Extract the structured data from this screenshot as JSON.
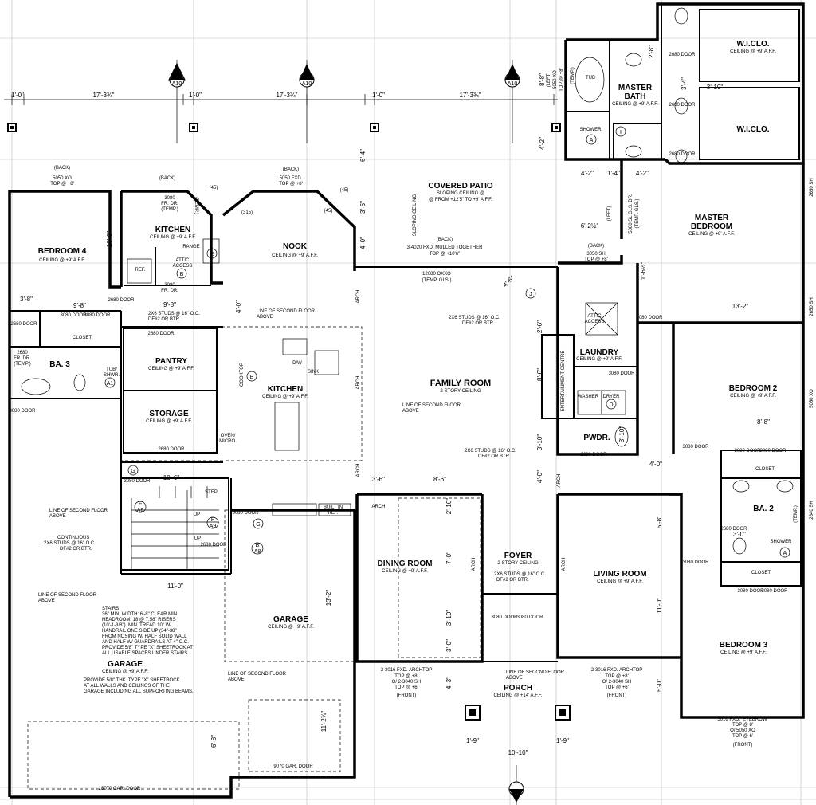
{
  "rooms": {
    "bedroom4": {
      "name": "BEDROOM 4",
      "ceiling": "CEILING @ +9' A.F.F."
    },
    "kitchen_upper": {
      "name": "KITCHEN",
      "ceiling": "CEILING @ +9' A.F.F."
    },
    "nook": {
      "name": "NOOK",
      "ceiling": "CEILING @ +9' A.F.F."
    },
    "covered_patio": {
      "name": "COVERED PATIO",
      "ceiling1": "SLOPING CEILING @",
      "ceiling2": "@ FROM +12'5\" TO +9' A.F.F."
    },
    "master_bath": {
      "name1": "MASTER",
      "name2": "BATH",
      "ceiling": "CEILING @ +9' A.F.F."
    },
    "wicl_upper": {
      "name": "W.I.CLO.",
      "ceiling": "CEILING @ +9' A.F.F."
    },
    "wicl_lower": {
      "name": "W.I.CLO."
    },
    "master_bedroom": {
      "name1": "MASTER",
      "name2": "BEDROOM",
      "ceiling": "CEILING @ +9' A.F.F."
    },
    "pantry": {
      "name": "PANTRY",
      "ceiling": "CEILING @ +9' A.F.F."
    },
    "ba3": {
      "name": "BA. 3"
    },
    "storage": {
      "name": "STORAGE",
      "ceiling": "CEILING @ +9' A.F.F."
    },
    "kitchen_main": {
      "name": "KITCHEN",
      "ceiling": "CEILING @ +9' A.F.F."
    },
    "family_room": {
      "name": "FAMILY ROOM",
      "ceiling": "2-STORY CEILING"
    },
    "laundry": {
      "name": "LAUNDRY",
      "ceiling": "CEILING @ +9' A.F.F."
    },
    "pwdr": {
      "name": "PWDR."
    },
    "bedroom2": {
      "name": "BEDROOM 2",
      "ceiling": "CEILING @ +9' A.F.F."
    },
    "closet_b4": {
      "name": "CLOSET"
    },
    "closet_b2": {
      "name": "CLOSET"
    },
    "ba2": {
      "name": "BA. 2"
    },
    "closet_b3": {
      "name": "CLOSET"
    },
    "dining_room": {
      "name": "DINING ROOM",
      "ceiling": "CEILING @ +9' A.F.F."
    },
    "foyer": {
      "name": "FOYER",
      "ceiling": "2-STORY CEILING"
    },
    "living_room": {
      "name": "LIVING ROOM",
      "ceiling": "CEILING @ +9' A.F.F."
    },
    "garage_inner": {
      "name": "GARAGE",
      "ceiling": "CEILING @ +9' A.F.F."
    },
    "garage_outer": {
      "name": "GARAGE",
      "ceiling": "CEILING @ +9' A.F.F."
    },
    "porch": {
      "name": "PORCH",
      "ceiling": "CEILING @ +14' A.F.F."
    },
    "bedroom3": {
      "name": "BEDROOM 3",
      "ceiling": "CEILING @ +9' A.F.F."
    }
  },
  "dimensions": {
    "d1": "1'-0\"",
    "d2": "17'-3¾\"",
    "d3": "1'-0\"",
    "d4": "17'-3¾\"",
    "d5": "1'-0\"",
    "d6": "17'-3¾\"",
    "d7": "8'-8\"",
    "d8": "4'-2\"",
    "d9": "9'-8\"",
    "d10": "10'-0\"",
    "d11": "3'-8\"",
    "d12": "9'-8\"",
    "d13": "4'-0\"",
    "d14": "3'-6\"",
    "d15": "4'-0\"",
    "d16": "6'-4\"",
    "d17": "13'-2\"",
    "d18": "3'-4\"",
    "d19": "3'-10\"",
    "d20": "4'-2\"",
    "d21": "1'-4\"",
    "d22": "4'-2\"",
    "d23": "2'-8\"",
    "d24": "6'-2½\"",
    "d25": "10'-6\"",
    "d26": "11'-0\"",
    "d27": "3'-6\"",
    "d28": "8'-6\"",
    "d29": "2'-10\"",
    "d30": "7'-0\"",
    "d31": "3'-10\"",
    "d32": "3'-0\"",
    "d33": "13'-2\"",
    "d34": "8'-8\"",
    "d35": "4'-0\"",
    "d36": "3'-10\"",
    "d37": "5'-8\"",
    "d38": "11'-0\"",
    "d39": "5'-0\"",
    "d40": "4'-3\"",
    "d41": "1'-9\"",
    "d42": "1'-9\"",
    "d43": "10'-10\"",
    "d44": "6'-8\"",
    "d45": "11'-2¾\"",
    "d46": "8'-6\"",
    "d47": "4'-6\"",
    "d48": "3'-10\"",
    "d49": "2'-6\"",
    "d50": "3'-0\"",
    "d51": "4'-0\"",
    "d52": "1'-6½\""
  },
  "doors": {
    "door2680_a": "2680 DOOR",
    "door3080_a": "3080 DOOR",
    "door3080_b": "3080 DOOR",
    "door2680_b": "2680 DOOR",
    "door2680_c": "2680 DOOR",
    "door2680_d": "2680 DOOR",
    "door3080_c": "3080 DOOR",
    "door3080_d": "3080 DOOR",
    "door2680_e": "2680 DOOR",
    "door3080_e": "3080 DOOR",
    "door3080_f": "3080 DOOR",
    "door3080_g": "3080 DOOR",
    "door2680_f": "2680 DOOR",
    "door3080_h": "3080 DOOR",
    "door3080_i": "3080 DOOR",
    "door2680_g": "2680 DOOR",
    "door3080_j": "3080 DOOR",
    "door3080_k": "3080 DOOR",
    "door3080_l": "3080 DOOR",
    "door3080_m": "3080 DOOR",
    "door3080_n": "3080 DOOR",
    "door2680_h": "2680 DOOR",
    "door2680_i": "2680 DOOR",
    "door2680_j": "2680 DOOR",
    "door2680_k": "2680 DOOR",
    "door3080_o": "3080 DOOR",
    "door3080_p": "3080 DOOR",
    "door2680_l": "2680 DOOR"
  },
  "windows": {
    "w_back1_a": "(BACK)",
    "w_back1_b": "5050 XO",
    "w_back1_c": "TOP @ +8'",
    "w_back2_a": "(BACK)",
    "w_back2_b": "5050 FXD.",
    "w_back2_c": "TOP @ +8'",
    "w_back3": "(BACK)",
    "w_patio_a": "(BACK)",
    "w_patio_b": "3-4020 FXD. MULLED TOGETHER",
    "w_patio_c": "TOP @ +10'6\"",
    "w_slider_a": "12080 OXXO",
    "w_slider_b": "(TEMP. GLS.)",
    "w_laundry_a": "(BACK)",
    "w_laundry_b": "3050 SH",
    "w_laundry_c": "TOP @ +8'",
    "w_master_a": "(LEFT)",
    "w_master_b": "5080 SL GLS. DR.",
    "w_master_c": "(TEMP. GLS.)",
    "w_bath_a": "(LEFT)",
    "w_bath_b": "5050 XO",
    "w_bath_c": "TOP @ +8'",
    "w_front1_a": "2-3016 FXD. ARCHTOP",
    "w_front1_b": "TOP @ +8'",
    "w_front1_c": "O/ 2-3040 SH",
    "w_front1_d": "TOP @ +6'",
    "w_front1_e": "(FRONT)",
    "w_front2_a": "2-3016 FXD. ARCHTOP",
    "w_front2_b": "TOP @ +8'",
    "w_front2_c": "O/ 2-3040 SH",
    "w_front2_d": "TOP @ +6'",
    "w_front2_e": "(FRONT)",
    "w_front3_a": "5016 FXD. 'EYEBROW'",
    "w_front3_b": "TOP @ 8'",
    "w_front3_c": "O/ 5050 XO",
    "w_front3_d": "TOP @ 6'",
    "w_front3_e": "(FRONT)",
    "garage_door1": "18070 GAR. DOOR",
    "garage_door2": "9070 GAR. DOOR",
    "k_fr1": "3080",
    "k_fr2": "FR. DR.",
    "k_fr3": "(TEMP.)",
    "k_fr4": "3080",
    "k_fr5": "FR. DR.",
    "ba3_a": "2680",
    "ba3_b": "FR. DR.",
    "ba3_c": "(TEMP.)"
  },
  "notes": {
    "studs1_a": "2X6 STUDS @ 16\" O.C.",
    "studs1_b": "DF#2 OR BTR.",
    "studs2_a": "2X6 STUDS @ 16\" O.C.",
    "studs2_b": "DF#2 OR BTR.",
    "studs3_a": "2X6 STUDS @ 16\" O.C.",
    "studs3_b": "DF#2 OR BTR.",
    "studs4_a": "2X6 STUDS @ 16\" O.C.",
    "studs4_b": "DF#2 OR BTR.",
    "line2_a": "LINE OF SECOND FLOOR",
    "line2_b": "ABOVE",
    "line3_a": "LINE OF SECOND FLOOR",
    "line3_b": "ABOVE",
    "line4_a": "LINE OF SECOND FLOOR",
    "line4_b": "ABOVE",
    "line5_a": "LINE OF SECOND FLOOR",
    "line5_b": "ABOVE",
    "line6_a": "LINE OF SECOND FLOOR",
    "line6_b": "ABOVE",
    "line7_a": "LINE OF SECOND FLOOR",
    "line7_b": "ABOVE",
    "cont_a": "CONTINUOUS",
    "cont_b": "2X6 STUDS @ 16\" O.C.",
    "cont_c": "DF#2 OR BTR.",
    "stairs_1": "STAIRS",
    "stairs_2": "36\" MIN. WIDTH: 6'-8\" CLEAR MIN.",
    "stairs_3": "HEADROOM: 18 @ 7.58\" RISERS",
    "stairs_4": "(10'-1-3/8\"). MIN. TREAD 10\" W/",
    "stairs_5": "HANDRAIL ONE SIDE UP (34\"-38\"",
    "stairs_6": "FROM NOSING W/ HALF SOLID WALL",
    "stairs_7": "AND HALF W/ GUARDRAILS AT 4\" O.C.",
    "stairs_8": "PROVIDE 5/8\" TYPE \"X\" SHEETROCK AT",
    "stairs_9": "ALL USABLE SPACES UNDER STAIRS.",
    "gar_1": "PROVIDE 5/8\" THK. TYPE \"X\" SHEETROCK",
    "gar_2": "AT ALL WALLS AND CEILINGS OF THE",
    "gar_3": "GARAGE INCLUDING ALL SUPPORTING BEAMS.",
    "attic1_a": "ATTIC",
    "attic1_b": "ACCESS",
    "attic2_a": "ATTIC",
    "attic2_b": "ACCESS",
    "ref": "REF.",
    "range": "RANGE",
    "cooktop": "COOKTOP",
    "oven_a": "OVEN/",
    "oven_b": "MICRO.",
    "dw": "D/W",
    "sink": "SINK",
    "builtin_a": "BUILT IN",
    "builtin_b": "REF.",
    "ent": "ENTERTAINMENT CENTRE",
    "washer": "WASHER",
    "dryer": "DRYER",
    "tub": "TUB",
    "shower": "SHOWER",
    "shower2": "SHOWER",
    "tubshwr_a": "TUB/",
    "tubshwr_b": "SHWR.",
    "temp1": "(TEMP.)",
    "temp2": "(TEMP.)",
    "temp3": "(TEMP.)",
    "step": "STEP",
    "up1": "UP",
    "up2": "UP",
    "slope": "SLOPING CEILING",
    "arch1": "ARCH",
    "arch2": "ARCH",
    "arch3": "ARCH",
    "arch4": "ARCH",
    "arch5": "ARCH",
    "arch6": "ARCH",
    "arch7": "ARCH",
    "angle1": "(45)",
    "angle2": "(315)",
    "angle3": "(45)",
    "angle4": "(45)",
    "w2650_a": "2650 SH",
    "w2650_b": "2650 SH",
    "w2640": "2640 SH",
    "w5050": "5050 XO"
  },
  "tags": {
    "A": "A",
    "A1": "A1",
    "B": "B",
    "C": "C",
    "D": "D",
    "E": "E",
    "G": "G",
    "I": "I",
    "J": "J",
    "F": "F",
    "A10": "A10",
    "A9": "A9",
    "A8": "A8"
  }
}
